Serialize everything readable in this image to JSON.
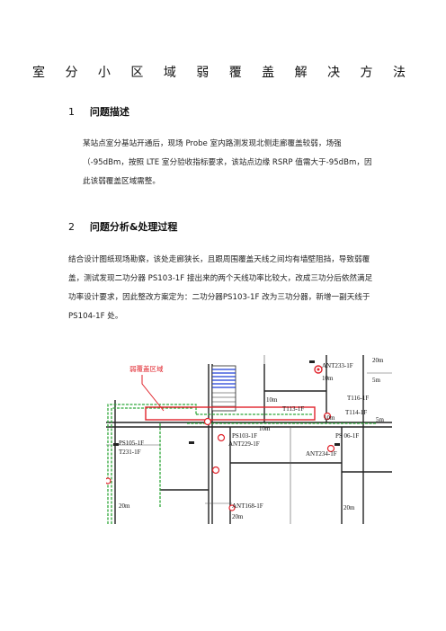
{
  "document": {
    "title": "室 分 小 区 域 弱 覆 盖 解 决 方 法",
    "sections": [
      {
        "number": "1",
        "heading": "问题描述",
        "body": "某站点室分基站开通后，现场 Probe 室内路测发现北侧走廊覆盖较弱，场强（-95dBm，按照 LTE 室分验收指标要求，该站点边缘 RSRP 值需大于-95dBm，因此该弱覆盖区域需整。"
      },
      {
        "number": "2",
        "heading": "问题分析&处理过程",
        "body": "结合设计图纸现场勘察，该处走廊狭长，且跟周围覆盖天线之间均有墙壁阻挡，导致弱覆盖，测试发现二功分器 PS103-1F 接出来的两个天线功率比较大，改成三功分后依然满足功率设计要求，因此整改方案定为：二功分器PS103-1F 改为三功分器，新增一副天线于 PS104-1F 处。"
      }
    ],
    "figure": {
      "callout": "弱覆盖区域",
      "labels": {
        "ant233": "ANT233-1F",
        "t116": "T116-1F",
        "t113": "T113-1F",
        "t114": "T114-1F",
        "ps06": "PS 06-1F",
        "ant234": "ANT234-1F",
        "ps105": "PS105-1F",
        "t231": "T231-1F",
        "ps103": "PS103-1F",
        "ant229": "ANT229-1F",
        "ant168": "ANT168-1F",
        "m20a": "20m",
        "m10a": "10m",
        "m10b": "10m",
        "m10c": "10m",
        "m5a": "5m",
        "m5b": "5m",
        "m20b": "20m",
        "m20c": "20m",
        "m20d": "20m",
        "m10d": "10m"
      }
    }
  },
  "colors": {
    "callout": "#e0222a",
    "cable": "#2fa83a",
    "stair": "#1f3fd6"
  }
}
